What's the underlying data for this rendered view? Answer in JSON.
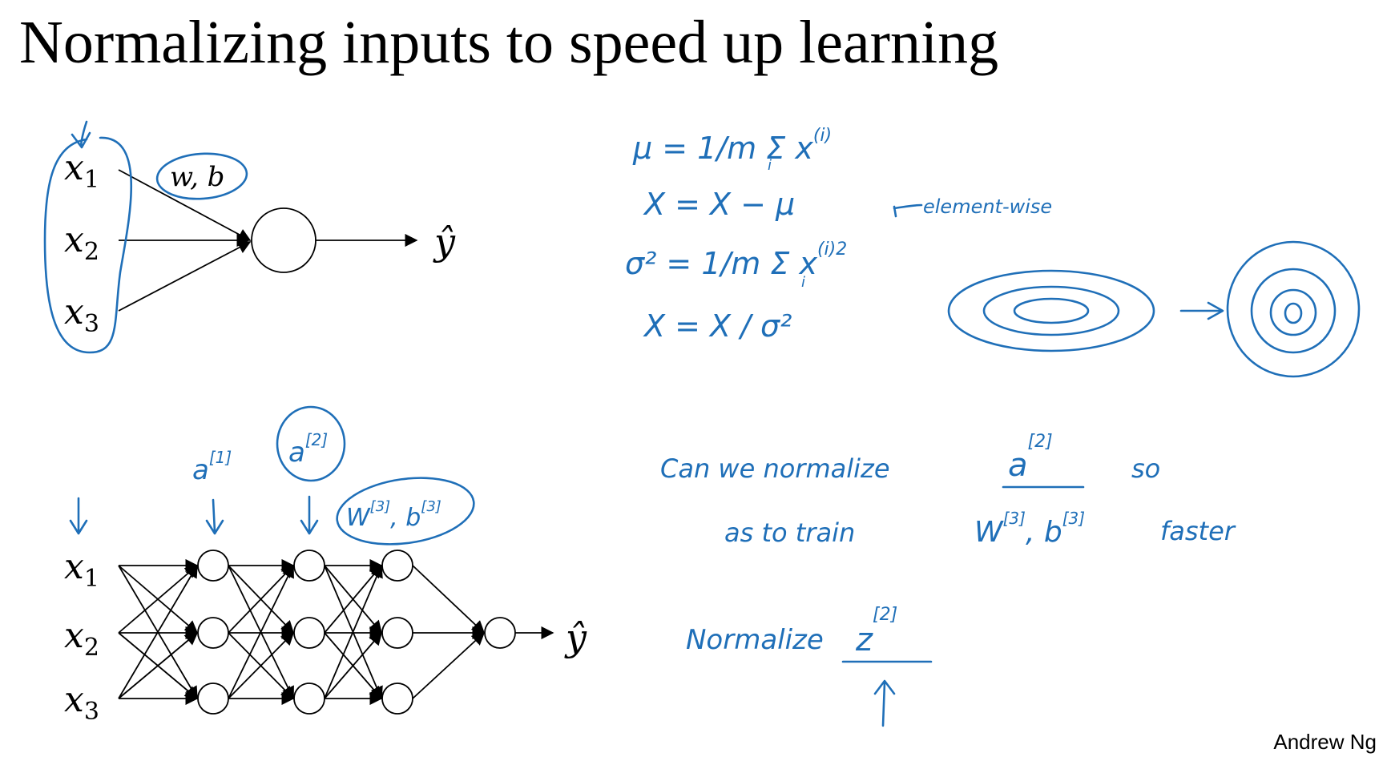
{
  "slide": {
    "title": "Normalizing inputs to speed up learning",
    "author": "Andrew Ng"
  },
  "network_small": {
    "inputs": [
      "x",
      "x",
      "x"
    ],
    "input_subscripts": [
      "1",
      "2",
      "3"
    ],
    "params_label": "w, b",
    "output_label": "ŷ"
  },
  "network_deep": {
    "inputs": [
      "x",
      "x",
      "x"
    ],
    "input_subscripts": [
      "1",
      "2",
      "3"
    ],
    "output_label": "ŷ",
    "annot_a1": "a",
    "annot_a1_sup": "[1]",
    "annot_a2": "a",
    "annot_a2_sup": "[2]",
    "annot_params": "W",
    "annot_params_sup": "[3]",
    "annot_params_b": ", b",
    "annot_params_b_sup": "[3]"
  },
  "handwriting": {
    "mu_eq": "μ = 1/m Σ x",
    "mu_sup": "(i)",
    "mu_sub": "i",
    "x_minus_mu": "X = X − μ",
    "sigma_eq": "σ² = 1/m Σ x",
    "sigma_sup": "(i)2",
    "sigma_sub": "i",
    "elementwise_note": "element-wise",
    "x_div_sigma": "X = X / σ²",
    "question_line1a": "Can we normalize",
    "question_a": "a",
    "question_a_sup": "[2]",
    "question_line1b": "so",
    "question_line2a": "as to train",
    "question_w": "W",
    "question_w_sup": "[3]",
    "question_b": ", b",
    "question_b_sup": "[3]",
    "question_line2b": "faster",
    "normalize_label": "Normalize",
    "normalize_z": "z",
    "normalize_z_sup": "[2]"
  },
  "colors": {
    "ink": "#1f6fb8",
    "text": "#000000",
    "background": "#ffffff"
  }
}
